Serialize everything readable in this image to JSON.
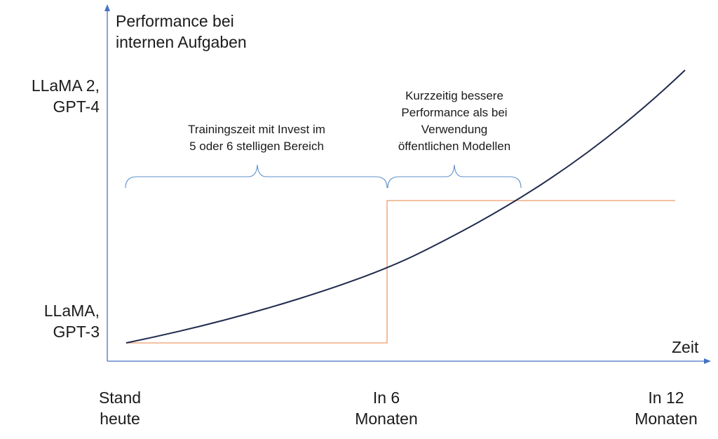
{
  "y_axis_title": "Performance bei\ninternen Aufgaben",
  "x_axis_title": "Zeit",
  "y_ticks": {
    "top": "LLaMA 2,\nGPT-4",
    "bottom": "LLaMA,\nGPT-3"
  },
  "x_ticks": {
    "start": "Stand\nheute",
    "middle": "In 6\nMonaten",
    "end": "In 12\nMonaten"
  },
  "annotations": {
    "training": "Trainingszeit mit Invest im\n5 oder 6 stelligen Bereich",
    "advantage": "Kurzzeitig bessere\nPerformance als bei\nVerwendung\nöffentlichen Modellen"
  },
  "colors": {
    "axis": "#4472c4",
    "public_model_curve": "#1f2a4d",
    "internal_model_step": "#ed9c6b",
    "brace": "#5b8fc9"
  }
}
